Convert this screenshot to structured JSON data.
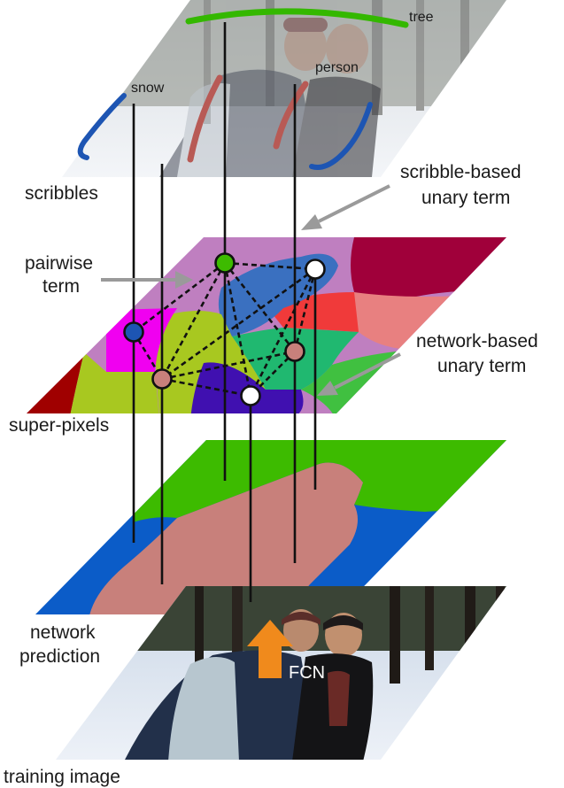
{
  "labels": {
    "scribbles": "scribbles",
    "scribble_unary_line1": "scribble-based",
    "scribble_unary_line2": "unary term",
    "pairwise_line1": "pairwise",
    "pairwise_line2": "term",
    "network_unary_line1": "network-based",
    "network_unary_line2": "unary term",
    "superpixels": "super-pixels",
    "network_prediction_line1": "network",
    "network_prediction_line2": "prediction",
    "training_image": "training image",
    "fcn": "FCN",
    "tree": "tree",
    "person": "person",
    "snow": "snow"
  },
  "colors": {
    "tree": "#3dbb00",
    "person": "#c8807b",
    "snow": "#0b5cc8",
    "scribble_tree": "#34b800",
    "scribble_person": "#b85a55",
    "scribble_snow": "#1d55b3",
    "arrow_gray": "#9a9a9a",
    "fcn_arrow": "#f08a1c",
    "sp_purple": "#bf7fc0",
    "sp_maroon": "#a0003a",
    "sp_red": "#f03a3a",
    "sp_salmon": "#e88080",
    "sp_teal": "#20b870",
    "sp_green": "#40c040",
    "sp_olive": "#a8c820",
    "sp_magenta": "#f000f0",
    "sp_darkred": "#a00000",
    "sp_indigo": "#4010b0",
    "sp_steel": "#3a70c0"
  },
  "graph_nodes": [
    {
      "id": "n-green",
      "fill": "#3dbb00"
    },
    {
      "id": "n-white-top",
      "fill": "#ffffff"
    },
    {
      "id": "n-blue",
      "fill": "#1d55b3"
    },
    {
      "id": "n-pink-right",
      "fill": "#c8807b"
    },
    {
      "id": "n-pink-left",
      "fill": "#c8807b"
    },
    {
      "id": "n-white-bottom",
      "fill": "#ffffff"
    }
  ]
}
